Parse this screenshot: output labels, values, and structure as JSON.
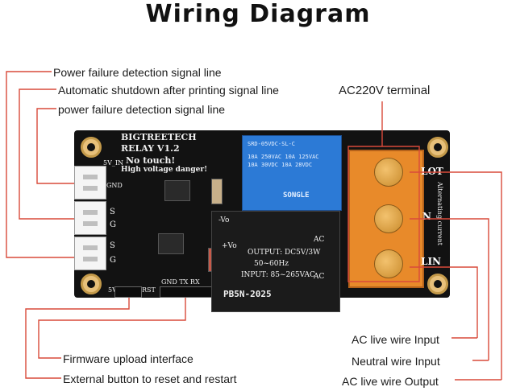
{
  "title": "Wiring Diagram",
  "callouts_left": {
    "power_fail_1": "Power failure detection signal line",
    "auto_shutdown": "Automatic shutdown after printing signal line",
    "power_fail_2": "power failure detection signal line",
    "firmware": "Firmware upload interface",
    "reset": "External button to reset and restart"
  },
  "callouts_right": {
    "ac220": "AC220V terminal",
    "live_in": "AC live wire Input",
    "neutral_in": "Neutral wire Input",
    "live_out": "AC live wire Output"
  },
  "board": {
    "name": "BIGTREETECH",
    "version": "RELAY V1.2",
    "warning1": "No touch!",
    "warning2": "High voltage danger!",
    "silk_5v_in": "5V_IN",
    "silk_gnd": "GND",
    "silk_s1": "S",
    "silk_g1": "G",
    "silk_s2": "S",
    "silk_g2": "G",
    "silk_header": "GND TX RX",
    "silk_rst": "RST",
    "silk_5v": "5V",
    "term_lot": "LOT",
    "term_n": "N",
    "term_lin": "LIN",
    "alternating": "Alternating current",
    "relay_model": "SRD-05VDC-SL-C",
    "relay_brand": "SONGLE",
    "relay_specs": [
      "10A 250VAC 10A 125VAC",
      "10A 30VDC 10A 28VDC"
    ],
    "psu_model": "PB5N-2025",
    "psu_input": "INPUT: 85~265VAC",
    "psu_freq": "50~60Hz",
    "psu_output": "OUTPUT: DC5V/3W",
    "psu_v_minus": "-Vo",
    "psu_v_plus": "+Vo",
    "psu_ac1": "AC",
    "psu_ac2": "AC"
  },
  "colors": {
    "line": "#d94a3a",
    "board": "#121212",
    "relay": "#2c7ad6",
    "terminal": "#e88a2a"
  }
}
